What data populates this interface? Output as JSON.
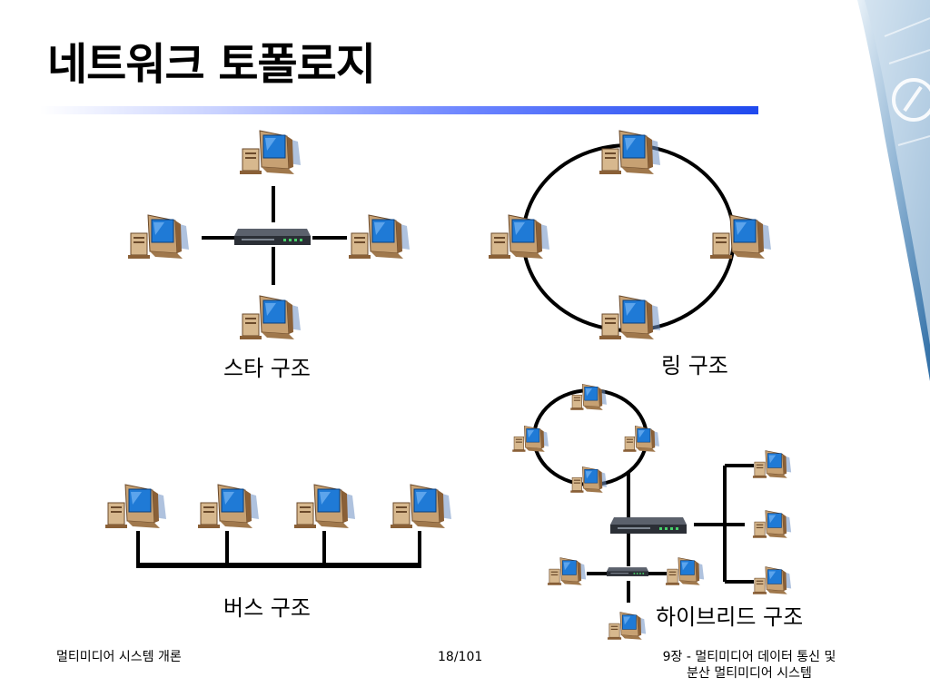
{
  "slide": {
    "title": "네트워크 토폴로지",
    "labels": {
      "star": "스타 구조",
      "ring": "링 구조",
      "bus": "버스 구조",
      "hybrid": "하이브리드 구조"
    },
    "footer": {
      "left": "멀티미디어 시스템 개론",
      "page": "18/101",
      "right_line1": "9장 - 멀티미디어 데이터 통신 및",
      "right_line2": "분산 멀티미디어 시스템"
    }
  },
  "colors": {
    "title_bar_end": "#1f49ee",
    "screen": "#1f7ad6",
    "computer_body": "#c7a173",
    "hub": "#3b3f47",
    "deco": "#5b8fc0"
  },
  "icons": {
    "computer": "computer-icon",
    "hub": "hub-icon"
  }
}
